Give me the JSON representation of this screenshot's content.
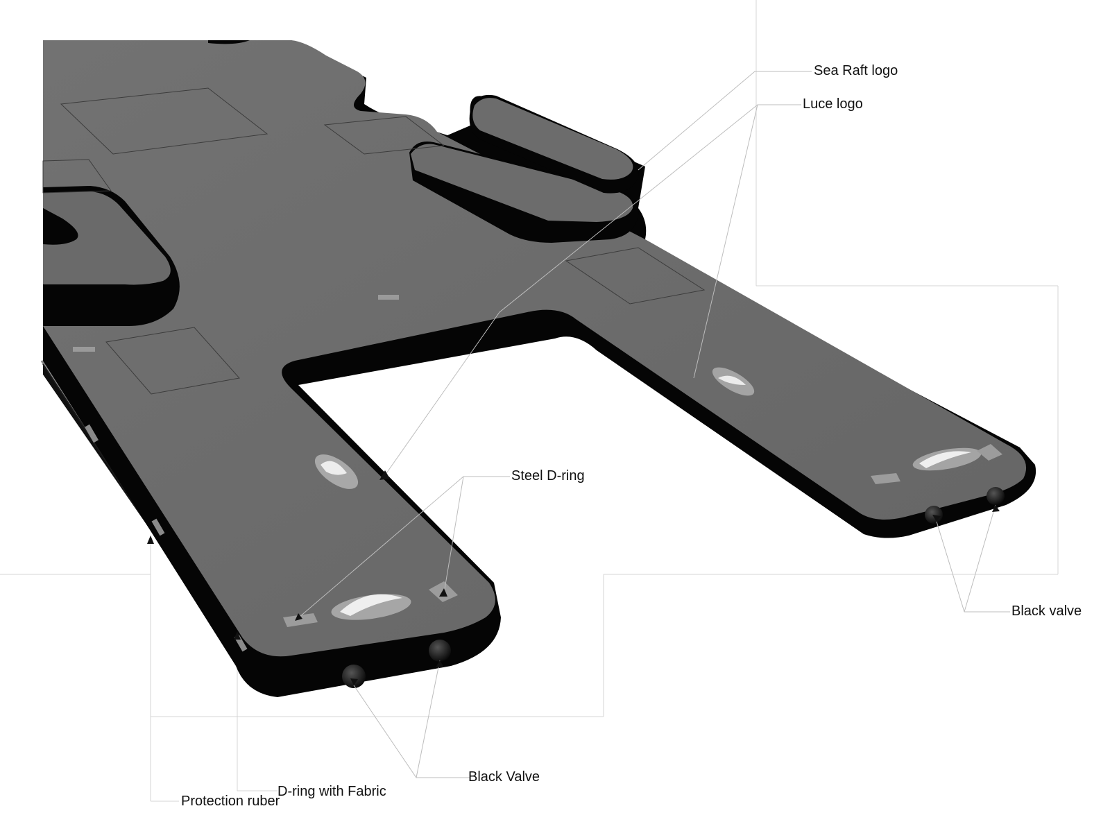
{
  "labels": {
    "sea_raft_logo": "Sea Raft logo",
    "luce_logo": "Luce logo",
    "steel_d_ring": "Steel D-ring",
    "black_valve_right": "Black valve",
    "black_valve_bottom": "Black Valve",
    "d_ring_with_fabric": "D-ring with Fabric",
    "protection_ruber": "Protection ruber"
  },
  "colors": {
    "deck": "#6d6d6d",
    "tube": "#050505",
    "leader_line": "#cfcfcf",
    "text": "#111111"
  }
}
